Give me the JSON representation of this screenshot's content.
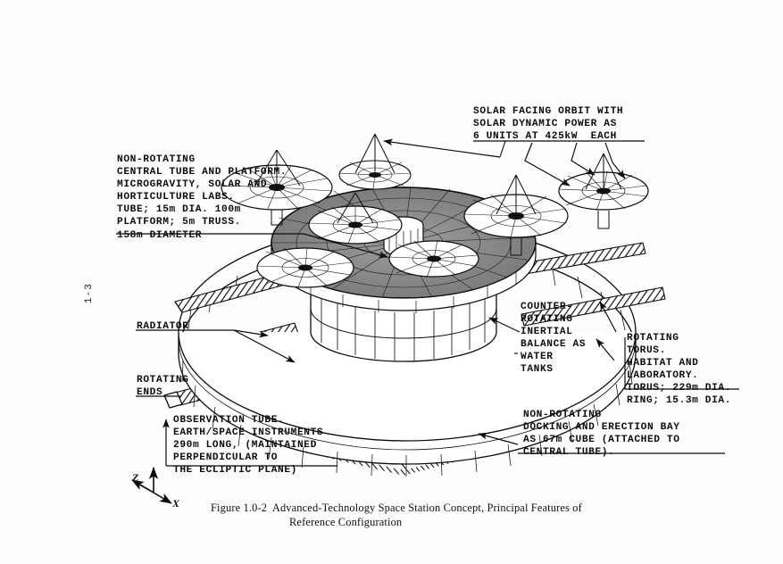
{
  "page": {
    "number": "1-3",
    "background_color": "#fdfdfd",
    "ink_color": "#0c0c0c"
  },
  "figure": {
    "caption_line1": "Figure 1.0-2  Advanced-Technology Space Station Concept, Principal Features of",
    "caption_line2": "Reference Configuration",
    "subject": "Advanced-Technology Space Station Concept"
  },
  "axes": {
    "z_label": "Z",
    "x_label": "X"
  },
  "callouts": {
    "solar": {
      "name": "solar-power-callout",
      "lines": [
        "SOLAR FACING ORBIT WITH",
        "SOLAR DYNAMIC POWER AS",
        "6 UNITS AT 425kW  EACH"
      ]
    },
    "central_tube": {
      "name": "central-tube-callout",
      "lines": [
        "NON-ROTATING",
        "CENTRAL TUBE AND PLATFORM.",
        "MICROGRAVITY, SOLAR AND",
        "HORTICULTURE LABS.",
        "TUBE; 15m DIA. 100m",
        "PLATFORM; 5m TRUSS.",
        "158m DIAMETER"
      ]
    },
    "radiator": {
      "name": "radiator-callout",
      "lines": [
        "RADIATOR"
      ]
    },
    "rotating_ends": {
      "name": "rotating-ends-callout",
      "lines": [
        "ROTATING",
        "ENDS"
      ]
    },
    "inertial_balance": {
      "name": "inertial-balance-callout",
      "lines": [
        "COUNTER-",
        "ROTATING",
        "INERTIAL",
        "BALANCE AS",
        "WATER",
        "TANKS"
      ]
    },
    "torus": {
      "name": "rotating-torus-callout",
      "lines": [
        "ROTATING",
        "TORUS.",
        "HABITAT AND",
        "LABORATORY.",
        "TORUS; 229m DIA.",
        "RING; 15.3m DIA."
      ]
    },
    "observation_tube": {
      "name": "observation-tube-callout",
      "lines": [
        "OBSERVATION TUBE.",
        "EARTH/SPACE INSTRUMENTS",
        "290m LONG, (MAINTAINED",
        "PERPENDICULAR TO",
        "THE ECLIPTIC PLANE)"
      ]
    },
    "docking_bay": {
      "name": "docking-bay-callout",
      "lines": [
        "NON-ROTATING",
        "DOCKING AND ERECTION BAY",
        "AS 67m CUBE (ATTACHED TO",
        "CENTRAL TUBE)."
      ]
    }
  }
}
